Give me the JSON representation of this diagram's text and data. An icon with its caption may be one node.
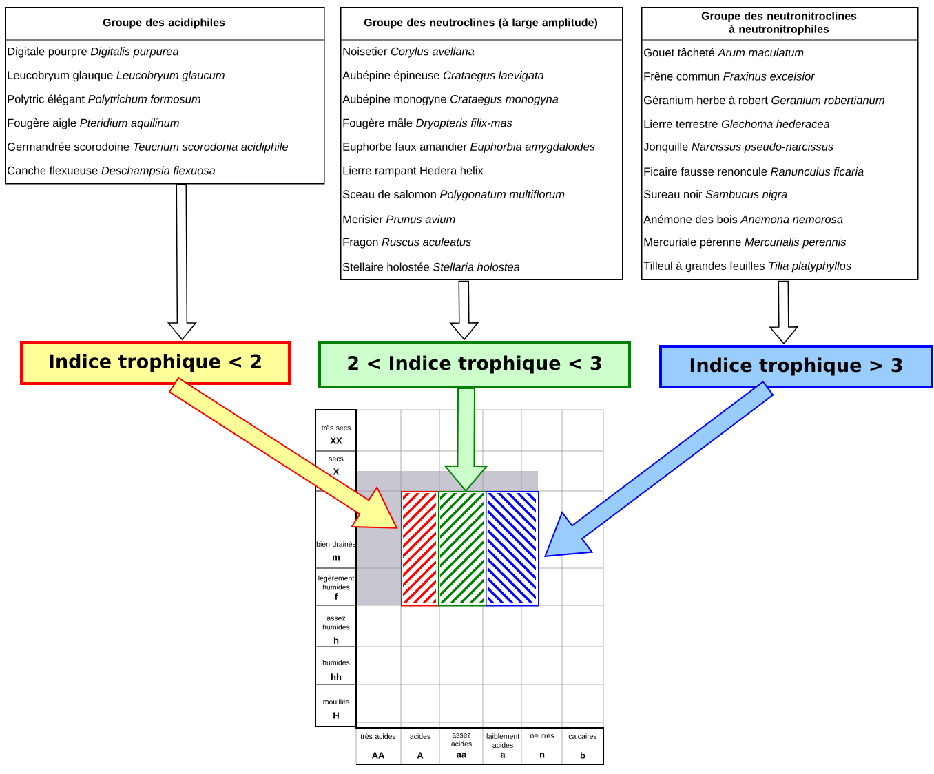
{
  "diagram": {
    "nodes": [
      {
        "text": [
          "Groupe des acidiphiles",
          "Digitale pourpre *Digitalis purpurea*",
          "Leucobryum glauque *Leucobryum glaucum*",
          "Polytric élégant *Polytrichum formosum*",
          "Fougère aigle *Pteridium aquilinum*",
          "Germandrée scorodoine *Teucrium scorodonia acidiphile*",
          "Canche flexueuse *Deschampsia flexuosa*"
        ]
      },
      {
        "text": [
          "Groupe des neutroclines (à large amplitude)",
          "Noisetier *Corylus avellana*",
          "Aubépine épineuse *Crataegus laevigata*",
          "Aubépine monogyne *Crataegus monogyna*",
          "Fougère mâle *Dryopteris filix-mas*",
          "Euphorbe faux amandier *Euphorbia amygdaloides*",
          "Lierre rampant Hedera helix",
          "Sceau de salomon *Polygonatum multiflorum*",
          "Merisier *Prunus avium*",
          "Fragon *Ruscus aculeatus*",
          "Stellaire holostée *Stellaria holostea*"
        ]
      },
      {
        "text": [
          "Groupe des neutronitroclines à neutronitrophiles",
          "Gouet tâcheté *Arum maculatum*",
          "Frêne commun *Fraxinus excelsior*",
          "Géranium herbe à robert *Geranium robertianum*",
          "Lierre terrestre *Glechoma hederacea*",
          "Jonquille *Narcissus pseudo-narcissus*",
          "Ficaire fausse renoncule *Ranunculus ficaria*",
          "Sureau noir *Sambucus nigra*",
          "Anémone des bois *Anemona nemorosa*",
          "Mercuriale pérenne *Mercurialis perennis*",
          "Tilleul à grandes feuilles *Tilia platyphyllos*"
        ]
      },
      {
        "text": [
          "Indice trophique < 2"
        ]
      },
      {
        "text": [
          "2 < Indice trophique < 3"
        ]
      },
      {
        "text": [
          "Indice trophique > 3"
        ]
      },
      {
        "text": [],
        "shape": "box"
      },
      {
        "text": [],
        "shape": "box"
      },
      {
        "text": [],
        "shape": "box"
      }
    ],
    "edges": [
      {
        "from": 0,
        "to": 3,
        "arrow": "to"
      },
      {
        "from": 1,
        "to": 4,
        "arrow": "to"
      },
      {
        "from": 2,
        "to": 5,
        "arrow": "to"
      },
      {
        "from": 3,
        "to": 6,
        "arrow": "to",
        "color": "#ffff99"
      },
      {
        "from": 4,
        "to": 7,
        "arrow": "to",
        "color": "#ccffcc"
      },
      {
        "from": 5,
        "to": 8,
        "arrow": "to",
        "color": "#99ccff"
      }
    ],
    "labels": [
      "très secs",
      "XX",
      "secs",
      "X",
      "bien drainés",
      "m",
      "légèrement humides",
      "f",
      "assez humides",
      "h",
      "humides",
      "hh",
      "mouillés",
      "H",
      "très acides",
      "AA",
      "acides",
      "A",
      "assez acides",
      "aa",
      "faiblement acides",
      "a",
      "neutres",
      "n",
      "calcaires",
      "b"
    ]
  }
}
